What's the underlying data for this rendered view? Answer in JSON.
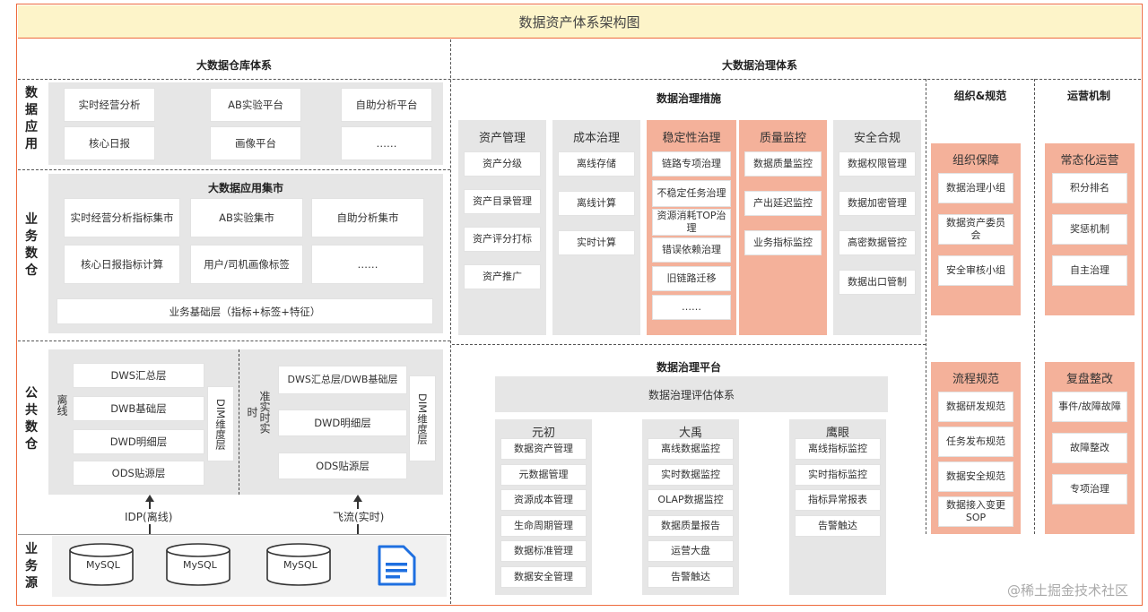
{
  "title": "数据资产体系架构图",
  "warehouse": {
    "heading": "大数据仓库体系",
    "apps": {
      "label": "数据应用",
      "items": [
        "实时经营分析",
        "AB实验平台",
        "自助分析平台",
        "核心日报",
        "画像平台",
        "……"
      ]
    },
    "biz": {
      "label": "业务数仓",
      "subheading": "大数据应用集市",
      "items": [
        "实时经营分析指标集市",
        "AB实验集市",
        "自助分析集市",
        "核心日报指标计算",
        "用户/司机画像标签",
        "……"
      ],
      "base": "业务基础层（指标+标签+特征）"
    },
    "public": {
      "label": "公共数仓",
      "offline": {
        "label": "离线",
        "layers": [
          "DWS汇总层",
          "DWB基础层",
          "DWD明细层",
          "ODS贴源层"
        ],
        "dim": "DIM维度层"
      },
      "realtime": {
        "label": "准实时实时",
        "layers": [
          "DWS汇总层/DWB基础层",
          "DWD明细层",
          "ODS贴源层"
        ],
        "dim": "DIM维度层"
      },
      "flow_left": "IDP(离线)",
      "flow_right": "飞流(实时)"
    },
    "source": {
      "label": "业务源",
      "dbs": [
        "MySQL",
        "MySQL",
        "MySQL"
      ],
      "file_icon": "document-icon"
    }
  },
  "governance": {
    "heading": "大数据治理体系",
    "measures": {
      "heading": "数据治理措施",
      "columns": [
        {
          "title": "资产管理",
          "items": [
            "资产分级",
            "资产目录管理",
            "资产评分打标",
            "资产推广"
          ],
          "highlight": false
        },
        {
          "title": "成本治理",
          "items": [
            "离线存储",
            "离线计算",
            "实时计算"
          ],
          "highlight": false
        },
        {
          "title": "稳定性治理",
          "items": [
            "链路专项治理",
            "不稳定任务治理",
            "资源消耗TOP治理",
            "错误依赖治理",
            "旧链路迁移",
            "……"
          ],
          "highlight": true
        },
        {
          "title": "质量监控",
          "items": [
            "数据质量监控",
            "产出延迟监控",
            "业务指标监控"
          ],
          "highlight": true
        },
        {
          "title": "安全合规",
          "items": [
            "数据权限管理",
            "数据加密管理",
            "高密数据管控",
            "数据出口管制"
          ],
          "highlight": false
        }
      ]
    },
    "platform": {
      "heading": "数据治理平台",
      "eval": "数据治理评估体系",
      "tools": [
        {
          "title": "元初",
          "items": [
            "数据资产管理",
            "元数据管理",
            "资源成本管理",
            "生命周期管理",
            "数据标准管理",
            "数据安全管理"
          ]
        },
        {
          "title": "大禹",
          "items": [
            "离线数据监控",
            "实时数据监控",
            "OLAP数据监控",
            "数据质量报告",
            "运营大盘",
            "告警触达"
          ]
        },
        {
          "title": "鹰眼",
          "items": [
            "离线指标监控",
            "实时指标监控",
            "指标异常报表",
            "告警触达"
          ]
        }
      ]
    },
    "org": {
      "heading": "组织&规范",
      "groups": [
        {
          "title": "组织保障",
          "items": [
            "数据治理小组",
            "数据资产委员会",
            "安全审核小组"
          ]
        },
        {
          "title": "流程规范",
          "items": [
            "数据研发规范",
            "任务发布规范",
            "数据安全规范",
            "数据接入变更SOP"
          ]
        }
      ]
    },
    "ops": {
      "heading": "运营机制",
      "groups": [
        {
          "title": "常态化运营",
          "items": [
            "积分排名",
            "奖惩机制",
            "自主治理"
          ]
        },
        {
          "title": "复盘整改",
          "items": [
            "事件/故障故障",
            "故障整改",
            "专项治理"
          ]
        }
      ]
    }
  },
  "colors": {
    "border": "#ee6a3c",
    "title_bg": "#fdf4c9",
    "orange": "#f4b19a",
    "panel": "#e6e6e6"
  },
  "watermark": "@稀土掘金技术社区"
}
